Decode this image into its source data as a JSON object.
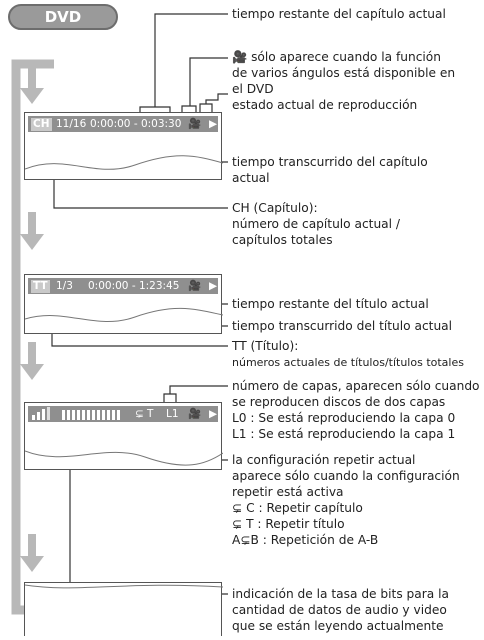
{
  "mode_button": "DVD",
  "panel1": {
    "chip": "CH",
    "chapter": "11/16",
    "time": "0:00:00 - 0:03:30"
  },
  "panel2": {
    "chip": "TT",
    "title": "1/3",
    "time": "0:00:00 - 1:23:45"
  },
  "panel3": {
    "repeat": "T",
    "layer": "L1"
  },
  "labels": {
    "l1": "tiempo restante del capítulo actual",
    "l2a": "sólo aparece cuando la función",
    "l2b": "de varios ángulos está disponible en",
    "l2c": "el DVD",
    "l3": "estado actual de reproducción",
    "l4a": "tiempo transcurrido del capítulo",
    "l4b": "actual",
    "l5a": "CH (Capítulo):",
    "l5b": "número de capítulo actual /",
    "l5c": "capítulos totales",
    "l6": "tiempo restante del título actual",
    "l7": "tiempo transcurrido del título actual",
    "l8a": "TT (Título):",
    "l8b": "números actuales de títulos/títulos totales",
    "l9a": "número de capas, aparecen sólo cuando",
    "l9b": "se reproducen discos de dos capas",
    "l9c": "L0 :   Se está reproduciendo la capa 0",
    "l9d": "L1 :   Se está reproduciendo la capa 1",
    "l10a": "la configuración repetir actual",
    "l10b": "aparece sólo cuando la configuración",
    "l10c": "repetir está activa",
    "l10d": "⊊ C :   Repetir capítulo",
    "l10e": "⊊ T :   Repetir título",
    "l10f": "A⊊B :  Repetición de A-B",
    "l11a": "indicación de la tasa de bits para la",
    "l11b": "cantidad de datos de audio y video",
    "l11c": "que se están leyendo actualmente"
  }
}
